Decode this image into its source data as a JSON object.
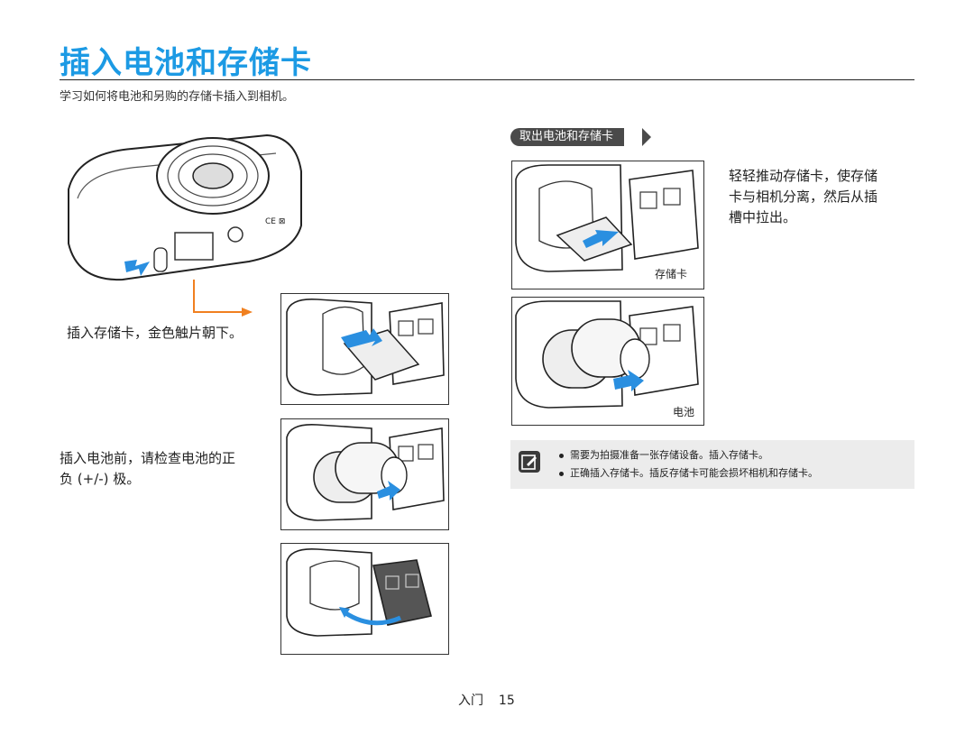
{
  "page": {
    "title": "插入电池和存储卡",
    "subtitle": "学习如何将电池和另购的存储卡插入到相机。"
  },
  "left_steps": {
    "step1": "插入存储卡，金色触片朝下。",
    "step2_line1": "插入电池前，请检查电池的正",
    "step2_line2": "负 (+/-) 极。"
  },
  "right_section": {
    "heading": "取出电池和存储卡",
    "instruction_line1": "轻轻推动存储卡，使存储",
    "instruction_line2": "卡与相机分离，然后从插",
    "instruction_line3": "槽中拉出。",
    "card_caption": "存储卡",
    "battery_caption": "电池"
  },
  "note": {
    "items": [
      "需要为拍摄准备一张存储设备。插入存储卡。",
      "正确插入存储卡。插反存储卡可能会损坏相机和存储卡。"
    ]
  },
  "footer": {
    "section": "入门",
    "page_number": "15"
  },
  "colors": {
    "title": "#1c9ae4",
    "arrow_blue": "#2a8fe0",
    "arrow_orange": "#f08020",
    "tag_bg": "#4a4a4a",
    "note_bg": "#ececec"
  }
}
